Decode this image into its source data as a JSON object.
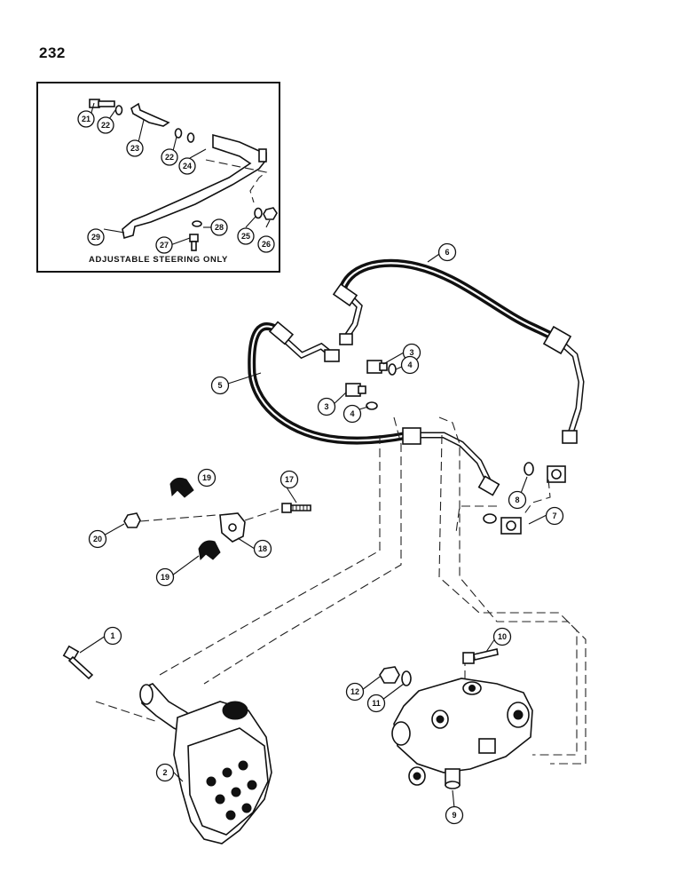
{
  "page_number": "232",
  "inset": {
    "caption": "ADJUSTABLE STEERING ONLY"
  },
  "callouts": {
    "c1": "1",
    "c2": "2",
    "c3a": "3",
    "c3b": "3",
    "c4a": "4",
    "c4b": "4",
    "c5": "5",
    "c6": "6",
    "c7": "7",
    "c8": "8",
    "c9": "9",
    "c10": "10",
    "c11": "11",
    "c12": "12",
    "c17": "17",
    "c18": "18",
    "c19a": "19",
    "c19b": "19",
    "c20": "20",
    "c21": "21",
    "c22a": "22",
    "c22b": "22",
    "c23": "23",
    "c24": "24",
    "c25": "25",
    "c26": "26",
    "c27": "27",
    "c28": "28",
    "c29": "29"
  }
}
